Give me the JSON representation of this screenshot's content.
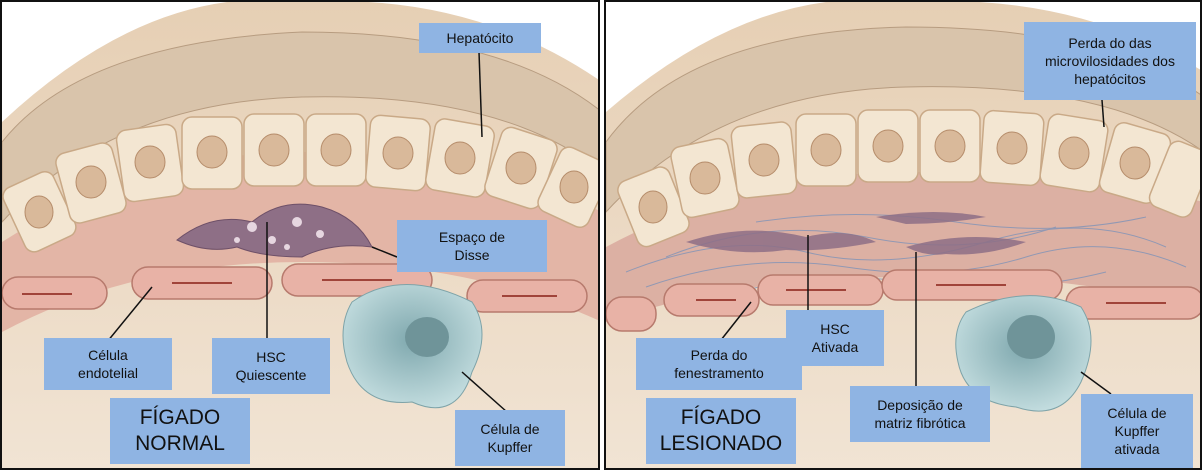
{
  "left": {
    "labels": {
      "hepatocito": "Hepatócito",
      "espaco_disse": "Espaço de\nDisse",
      "celula_endotelial": "Célula\nendotelial",
      "hsc_quiescente": "HSC\nQuiescente",
      "celula_kupffer": "Célula de\nKupffer"
    },
    "title": "FÍGADO\nNORMAL"
  },
  "right": {
    "labels": {
      "perda_microvilosidades": "Perda do das\nmicrovilosidades dos\nhepatócitos",
      "perda_fenestramento": "Perda do\nfenestramento",
      "hsc_ativada": "HSC\nAtivada",
      "deposicao_matriz": "Deposição de\nmatriz fibrótica",
      "kupffer_ativada": "Célula de\nKupffer\nativada"
    },
    "title": "FÍGADO\nLESIONADO"
  },
  "colors": {
    "label_bg": "#8fb4e3",
    "hepatocyte": "#f3e6d2",
    "nucleus": "#d9b99a",
    "endothelial": "#e8b2a6",
    "hsc": "#8e6f86",
    "kupffer": "#a9ccd0",
    "background": "#e9d6c0"
  }
}
